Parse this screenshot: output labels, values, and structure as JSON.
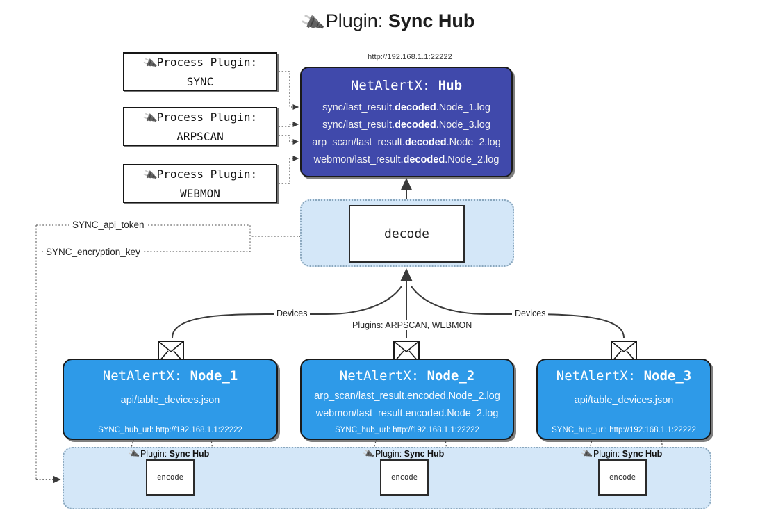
{
  "title": {
    "icon": "plug-icon",
    "prefix": "Plugin: ",
    "name": "Sync Hub"
  },
  "hub": {
    "url": "http://192.168.1.1:22222",
    "label_prefix": "NetAlertX: ",
    "label_name": "Hub",
    "log_lines": [
      {
        "pre": "sync/last_result.",
        "mid": "decoded",
        "post": ".Node_1.log"
      },
      {
        "pre": "sync/last_result.",
        "mid": "decoded",
        "post": ".Node_3.log"
      },
      {
        "pre": "arp_scan/last_result.",
        "mid": "decoded",
        "post": ".Node_2.log"
      },
      {
        "pre": "webmon/last_result.",
        "mid": "decoded",
        "post": ".Node_2.log"
      }
    ]
  },
  "process_plugins": [
    {
      "line1_icon": "plug-icon",
      "line1": "Process Plugin:",
      "line2": "SYNC"
    },
    {
      "line1_icon": "plug-icon",
      "line1": "Process Plugin:",
      "line2": "ARPSCAN"
    },
    {
      "line1_icon": "plug-icon",
      "line1": "Process Plugin:",
      "line2": "WEBMON"
    }
  ],
  "decode": {
    "label": "decode"
  },
  "settings": {
    "api_token": "SYNC_api_token",
    "encryption_key": "SYNC_encryption_key"
  },
  "edge_labels": {
    "devices_left": "Devices",
    "devices_right": "Devices",
    "plugins_center": "Plugins: ARPSCAN, WEBMON"
  },
  "nodes": [
    {
      "id": "node_1",
      "label_prefix": "NetAlertX: ",
      "label_name": "Node_1",
      "lines": [
        "api/table_devices.json"
      ],
      "hub_url_label": "SYNC_hub_url: http://192.168.1.1:22222",
      "envelope_icon": "envelope-icon"
    },
    {
      "id": "node_2",
      "label_prefix": "NetAlertX: ",
      "label_name": "Node_2",
      "lines": [
        "arp_scan/last_result.encoded.Node_2.log",
        "webmon/last_result.encoded.Node_2.log"
      ],
      "hub_url_label": "SYNC_hub_url: http://192.168.1.1:22222",
      "envelope_icon": "envelope-icon"
    },
    {
      "id": "node_3",
      "label_prefix": "NetAlertX: ",
      "label_name": "Node_3",
      "lines": [
        "api/table_devices.json"
      ],
      "hub_url_label": "SYNC_hub_url: http://192.168.1.1:22222",
      "envelope_icon": "envelope-icon"
    }
  ],
  "encoders": [
    {
      "caption_icon": "plug-icon",
      "caption_prefix": "Plugin: ",
      "caption_name": "Sync Hub",
      "label": "encode"
    },
    {
      "caption_icon": "plug-icon",
      "caption_prefix": "Plugin: ",
      "caption_name": "Sync Hub",
      "label": "encode"
    },
    {
      "caption_icon": "plug-icon",
      "caption_prefix": "Plugin: ",
      "caption_name": "Sync Hub",
      "label": "encode"
    }
  ],
  "colors": {
    "hub_fill": "#4049ab",
    "node_fill": "#2e9ae8",
    "band_fill": "#d4e7f8",
    "stroke": "#1a1a1a",
    "background": "#ffffff"
  }
}
